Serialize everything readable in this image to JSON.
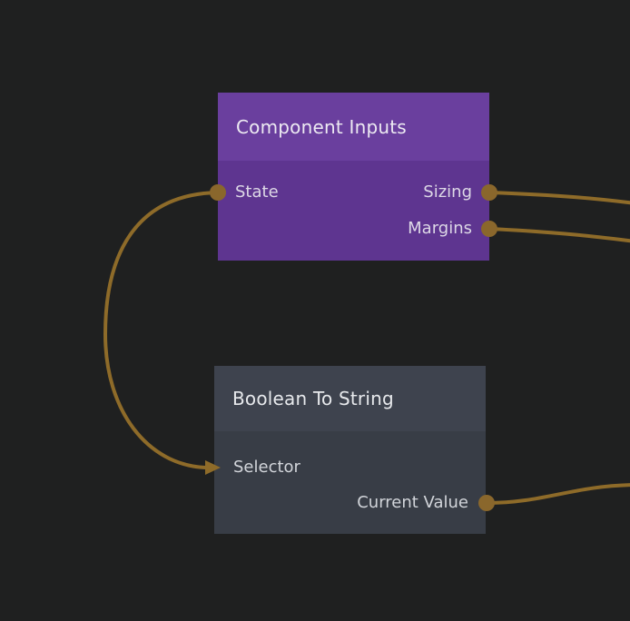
{
  "app": {
    "name": "node graph editor canvas"
  },
  "colors": {
    "background": "#1f2020",
    "wire": "#8e6b29",
    "port": "#8a672c",
    "node1_header": "#6a3f9e",
    "node1_body": "#5e3590",
    "node1_title_text": "#edeaf2",
    "node1_label_text": "#ddd8e6",
    "node2_header": "#3e434e",
    "node2_body": "#383d46",
    "node2_title_text": "#e7e9ec",
    "node2_label_text": "#d2d5da"
  },
  "nodes": [
    {
      "title": "Component Inputs",
      "ports": [
        {
          "label": "State",
          "side": "left",
          "connected": true
        },
        {
          "label": "Sizing",
          "side": "right",
          "connected": true
        },
        {
          "label": "Margins",
          "side": "right",
          "connected": true
        }
      ]
    },
    {
      "title": "Boolean To String",
      "ports": [
        {
          "label": "Selector",
          "side": "left",
          "connected": true
        },
        {
          "label": "Current Value",
          "side": "right",
          "connected": true
        }
      ]
    }
  ],
  "connections": [
    {
      "from": "Component Inputs / State",
      "to": "Boolean To String / Selector"
    },
    {
      "from": "Component Inputs / Sizing",
      "to": "(continues off-screen right)"
    },
    {
      "from": "Component Inputs / Margins",
      "to": "(continues off-screen right)"
    },
    {
      "from": "Boolean To String / Current Value",
      "to": "(continues off-screen right)"
    }
  ]
}
